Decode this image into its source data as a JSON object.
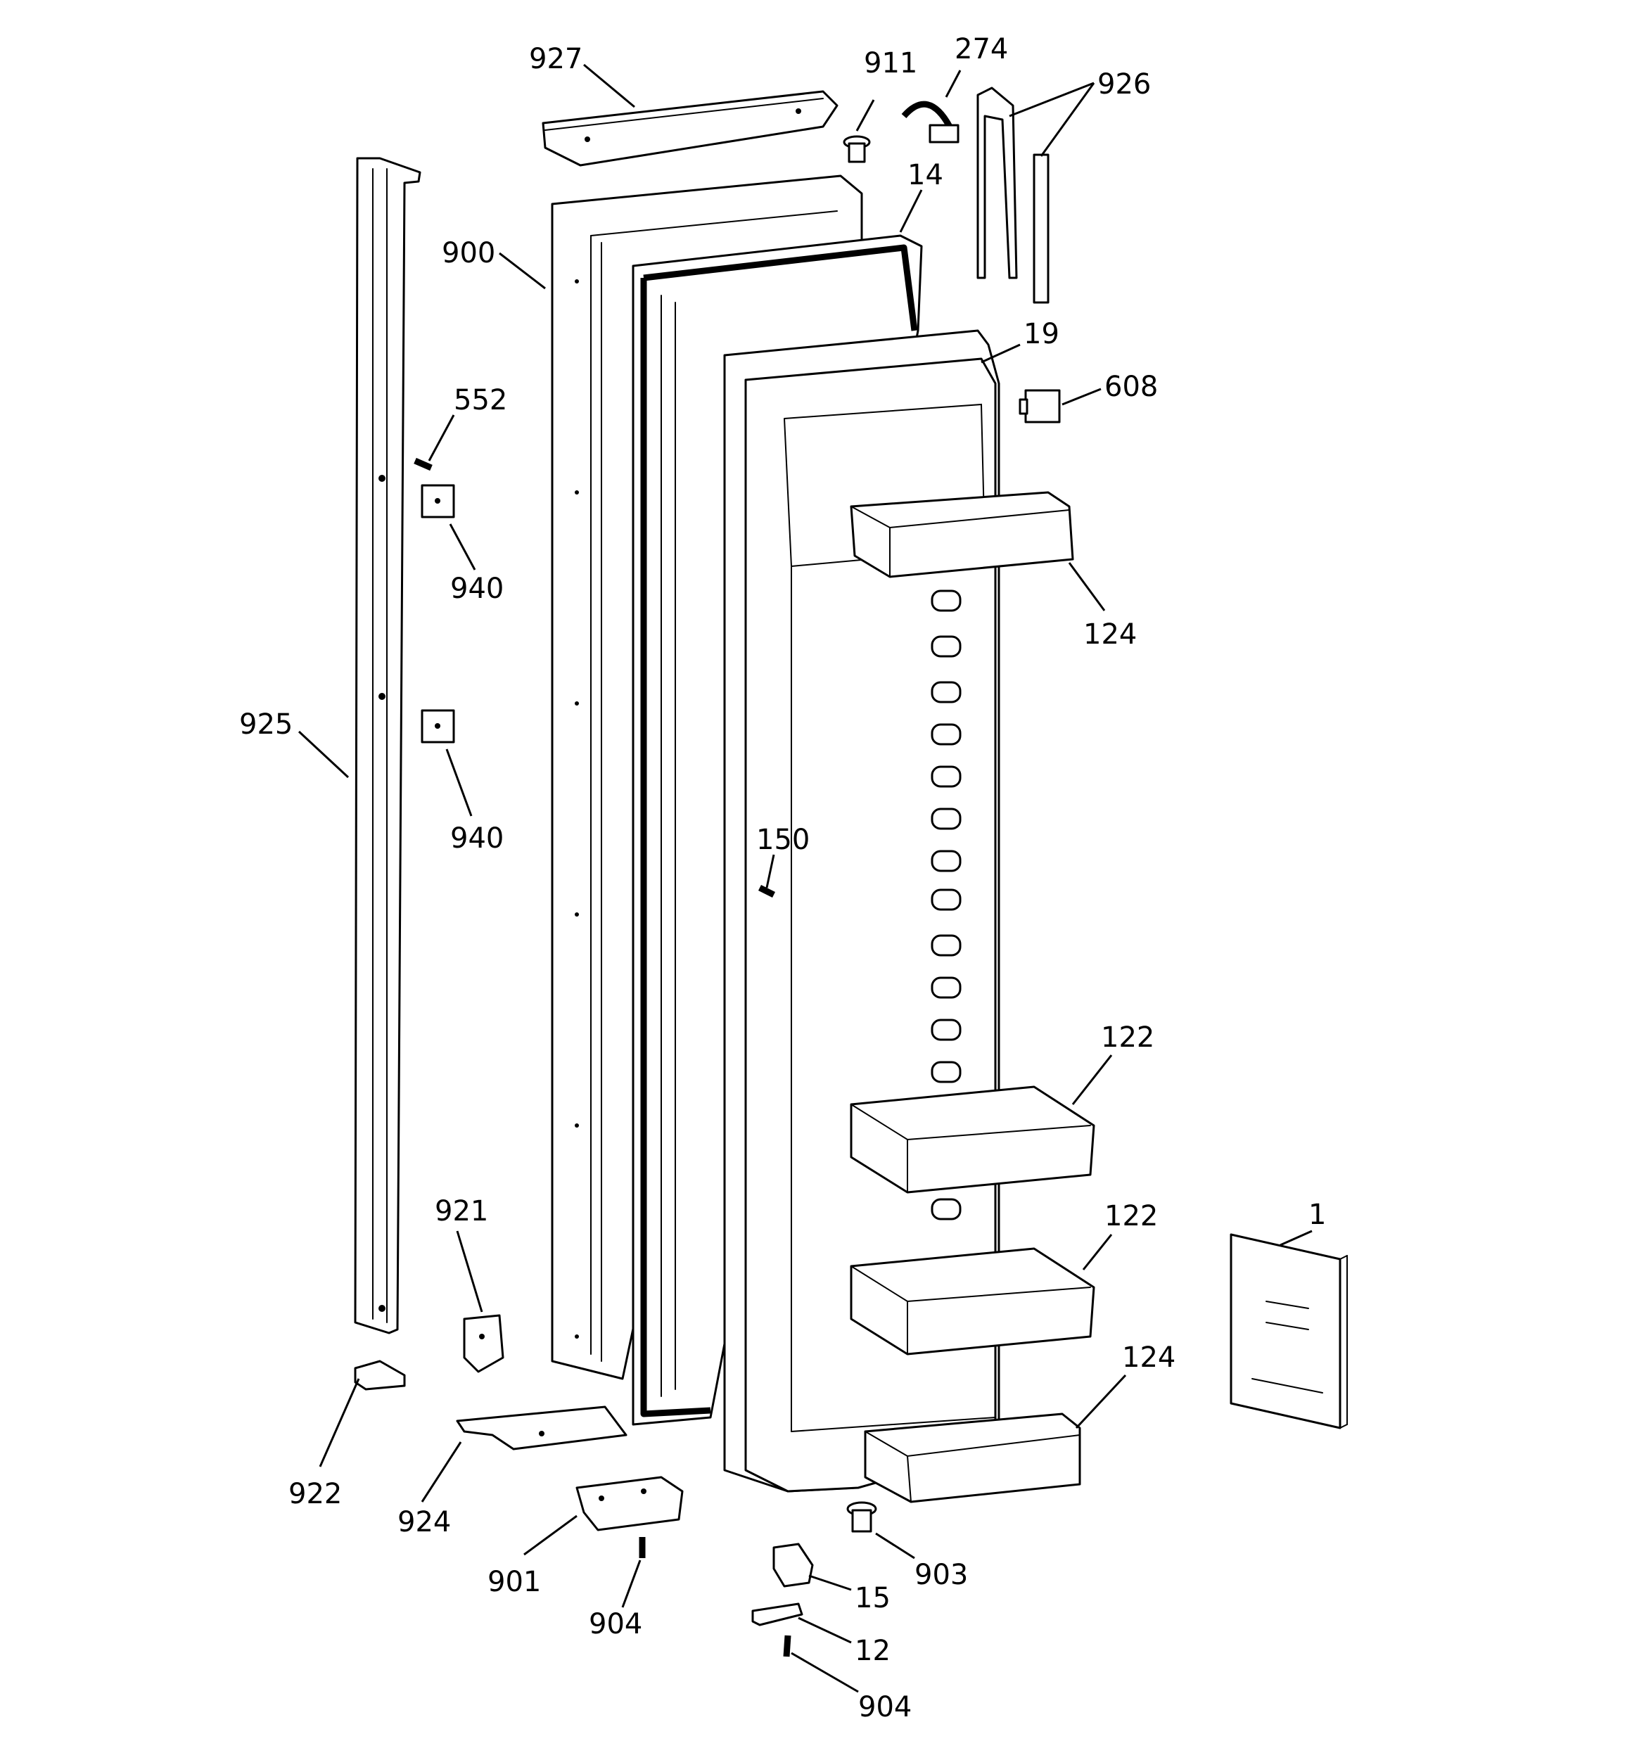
{
  "callouts": [
    {
      "id": "927",
      "label": "927"
    },
    {
      "id": "911",
      "label": "911"
    },
    {
      "id": "274",
      "label": "274"
    },
    {
      "id": "926",
      "label": "926"
    },
    {
      "id": "14",
      "label": "14"
    },
    {
      "id": "900",
      "label": "900"
    },
    {
      "id": "19",
      "label": "19"
    },
    {
      "id": "608",
      "label": "608"
    },
    {
      "id": "552",
      "label": "552"
    },
    {
      "id": "940a",
      "label": "940"
    },
    {
      "id": "124a",
      "label": "124"
    },
    {
      "id": "925",
      "label": "925"
    },
    {
      "id": "940b",
      "label": "940"
    },
    {
      "id": "150",
      "label": "150"
    },
    {
      "id": "122a",
      "label": "122"
    },
    {
      "id": "921",
      "label": "921"
    },
    {
      "id": "122b",
      "label": "122"
    },
    {
      "id": "1",
      "label": "1"
    },
    {
      "id": "124b",
      "label": "124"
    },
    {
      "id": "922",
      "label": "922"
    },
    {
      "id": "924",
      "label": "924"
    },
    {
      "id": "903",
      "label": "903"
    },
    {
      "id": "901",
      "label": "901"
    },
    {
      "id": "15",
      "label": "15"
    },
    {
      "id": "904a",
      "label": "904"
    },
    {
      "id": "12",
      "label": "12"
    },
    {
      "id": "904b",
      "label": "904"
    }
  ],
  "parts": [
    {
      "id": "927",
      "name": "door-top-trim"
    },
    {
      "id": "911",
      "name": "bushing"
    },
    {
      "id": "274",
      "name": "wire-harness"
    },
    {
      "id": "926",
      "name": "door-side-trim"
    },
    {
      "id": "14",
      "name": "door-gasket"
    },
    {
      "id": "900",
      "name": "door-outer-panel"
    },
    {
      "id": "19",
      "name": "door-liner"
    },
    {
      "id": "608",
      "name": "switch"
    },
    {
      "id": "552",
      "name": "screw"
    },
    {
      "id": "940",
      "name": "handle-mount"
    },
    {
      "id": "124",
      "name": "door-bin"
    },
    {
      "id": "925",
      "name": "door-handle"
    },
    {
      "id": "150",
      "name": "screw"
    },
    {
      "id": "122",
      "name": "shelf-bin"
    },
    {
      "id": "921",
      "name": "bracket"
    },
    {
      "id": "1",
      "name": "owners-manual"
    },
    {
      "id": "922",
      "name": "handle-end-cap"
    },
    {
      "id": "924",
      "name": "bottom-trim"
    },
    {
      "id": "903",
      "name": "bushing"
    },
    {
      "id": "901",
      "name": "bottom-cap"
    },
    {
      "id": "15",
      "name": "door-stop"
    },
    {
      "id": "904",
      "name": "screw"
    },
    {
      "id": "12",
      "name": "hinge-bracket"
    }
  ]
}
